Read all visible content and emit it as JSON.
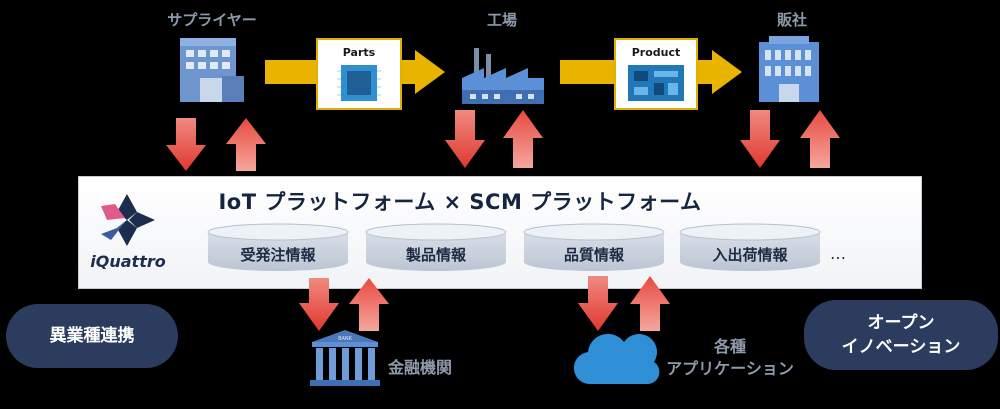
{
  "nodes": {
    "supplier": "サプライヤー",
    "factory": "工場",
    "sales": "販社"
  },
  "flow_boxes": {
    "parts": "Parts",
    "product": "Product"
  },
  "platform": {
    "title": "IoT プラットフォーム × SCM プラットフォーム",
    "logo": "iQuattro",
    "databases": [
      "受発注情報",
      "製品情報",
      "品質情報",
      "入出荷情報"
    ],
    "more": "…"
  },
  "bottom": {
    "left_pill": "異業種連携",
    "right_pill_line1": "オープン",
    "right_pill_line2": "イノベーション",
    "bank_sign": "BANK",
    "finance": "金融機関",
    "apps_line1": "各種",
    "apps_line2": "アプリケーション"
  },
  "colors": {
    "arrow_red": "#e5433a",
    "flow_yellow": "#e8b400",
    "platform_navy": "#15243f",
    "pill_navy": "#2b3c5e",
    "icon_blue": "#5b8fd6"
  }
}
